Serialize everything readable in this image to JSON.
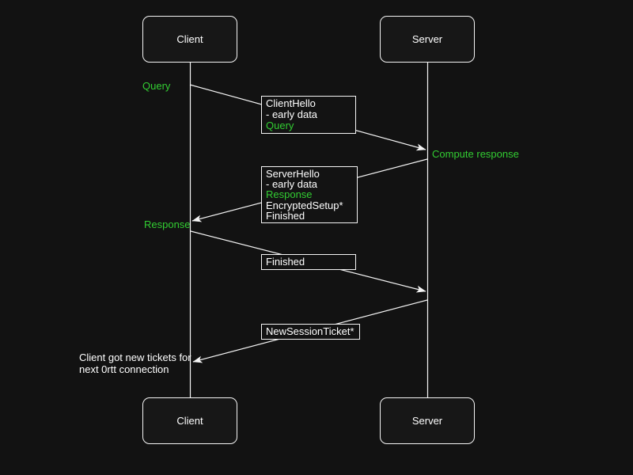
{
  "colors": {
    "background": "#121212",
    "stroke": "#f5f5f5",
    "text": "#ffffff",
    "accent_green": "#32cd32",
    "actor_fill": "#171717"
  },
  "actors": {
    "top": [
      {
        "label": "Client"
      },
      {
        "label": "Server"
      }
    ],
    "bottom": [
      {
        "label": "Client"
      },
      {
        "label": "Server"
      }
    ]
  },
  "labels": {
    "query": "Query",
    "compute_response": "Compute response",
    "response": "Response"
  },
  "messages": {
    "client_hello": {
      "lines": [
        {
          "text": "ClientHello",
          "color": "white"
        },
        {
          "text": "- early data",
          "color": "white"
        },
        {
          "text": "Query",
          "color": "green"
        }
      ]
    },
    "server_hello": {
      "lines": [
        {
          "text": "ServerHello",
          "color": "white"
        },
        {
          "text": "- early data",
          "color": "white"
        },
        {
          "text": "Response",
          "color": "green"
        },
        {
          "text": "EncryptedSetup*",
          "color": "white"
        },
        {
          "text": "Finished",
          "color": "white"
        }
      ]
    },
    "finished": {
      "lines": [
        {
          "text": "Finished",
          "color": "white"
        }
      ]
    },
    "new_session_ticket": {
      "lines": [
        {
          "text": "NewSessionTicket*",
          "color": "white"
        }
      ]
    }
  },
  "note": {
    "lines": [
      "Client got new tickets for",
      "next 0rtt connection"
    ]
  }
}
